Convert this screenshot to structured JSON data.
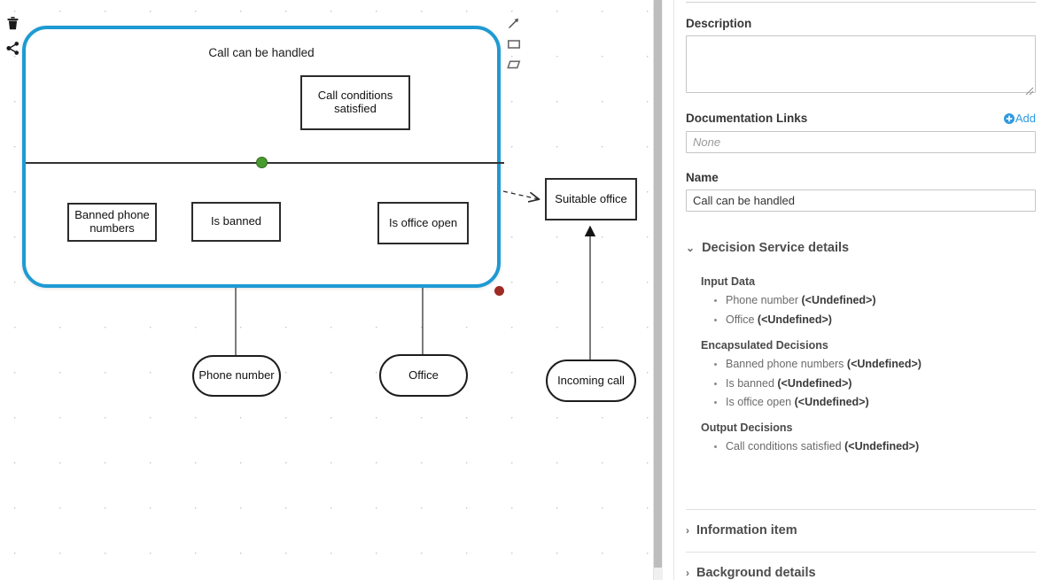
{
  "canvas": {
    "left_tools": [
      {
        "name": "delete-icon",
        "label": "Delete"
      },
      {
        "name": "share-icon",
        "label": "Create connection"
      }
    ],
    "context_tools": [
      {
        "name": "connection-arrow-icon",
        "label": "Create information requirement"
      },
      {
        "name": "decision-rect-icon",
        "label": "Create decision"
      },
      {
        "name": "input-data-parallelogram-icon",
        "label": "Create input data"
      }
    ],
    "decision_service": {
      "title": "Call can be handled",
      "border_color": "#1e9ad3",
      "output_decisions": [
        {
          "label": "Call conditions satisfied"
        }
      ],
      "encapsulated_decisions": [
        {
          "label": "Banned phone numbers"
        },
        {
          "label": "Is banned"
        },
        {
          "label": "Is office open"
        }
      ]
    },
    "external_nodes": [
      {
        "label": "Suitable office",
        "type": "decision"
      },
      {
        "label": "Phone number",
        "type": "input-data"
      },
      {
        "label": "Office",
        "type": "input-data"
      },
      {
        "label": "Incoming call",
        "type": "input-data"
      }
    ],
    "handles": [
      {
        "name": "divider-handle",
        "color": "#4a9b2f"
      },
      {
        "name": "resize-handle",
        "color": "#9e2b24"
      }
    ]
  },
  "properties": {
    "description": {
      "label": "Description",
      "value": "",
      "placeholder": ""
    },
    "documentation_links": {
      "label": "Documentation Links",
      "add_label": "Add",
      "value": "",
      "placeholder": "None"
    },
    "name": {
      "label": "Name",
      "value": "Call can be handled"
    },
    "decision_service_details": {
      "label": "Decision Service details",
      "expanded": true,
      "chevron": "⌄",
      "groups": [
        {
          "title": "Input Data",
          "items": [
            {
              "text": "Phone number ",
              "type": "(<Undefined>)"
            },
            {
              "text": "Office ",
              "type": "(<Undefined>)"
            }
          ]
        },
        {
          "title": "Encapsulated Decisions",
          "items": [
            {
              "text": "Banned phone numbers ",
              "type": "(<Undefined>)"
            },
            {
              "text": "Is banned ",
              "type": "(<Undefined>)"
            },
            {
              "text": "Is office open ",
              "type": "(<Undefined>)"
            }
          ]
        },
        {
          "title": "Output Decisions",
          "items": [
            {
              "text": "Call conditions satisfied ",
              "type": "(<Undefined>)"
            }
          ]
        }
      ]
    },
    "information_item": {
      "label": "Information item",
      "expanded": false,
      "chevron": "›"
    },
    "background_details": {
      "label": "Background details",
      "expanded": false,
      "chevron": "›"
    }
  }
}
